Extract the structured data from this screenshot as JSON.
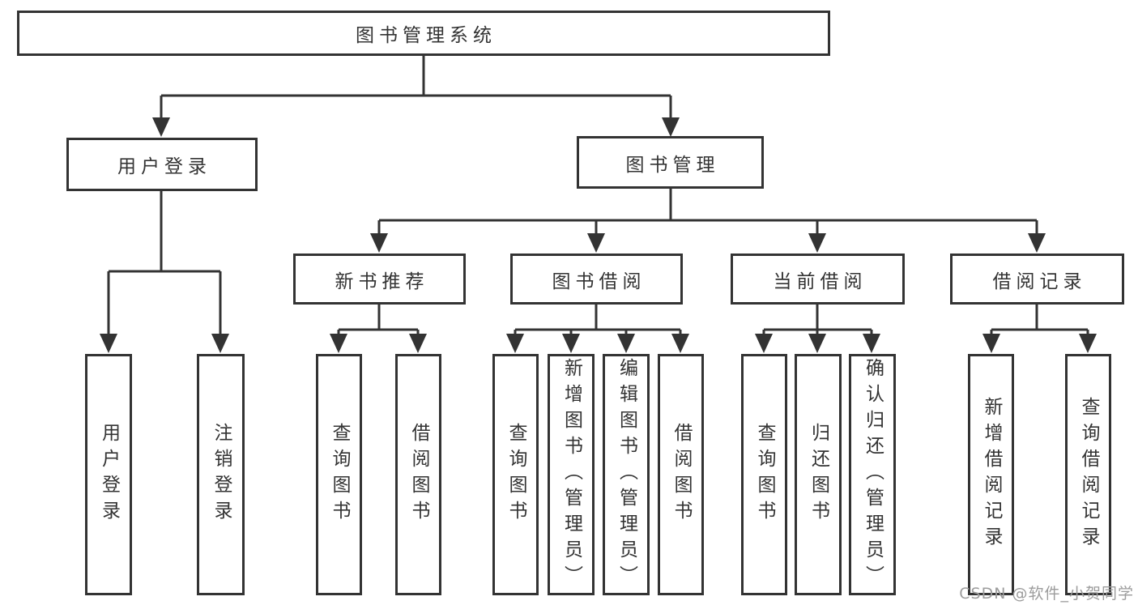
{
  "diagram": {
    "root": {
      "label": "图书管理系统"
    },
    "level1": {
      "user_login": {
        "label": "用户登录"
      },
      "book_mgmt": {
        "label": "图书管理"
      }
    },
    "level2": {
      "new_book_rec": {
        "label": "新书推荐"
      },
      "book_borrow": {
        "label": "图书借阅"
      },
      "current_borrow": {
        "label": "当前借阅"
      },
      "borrow_records": {
        "label": "借阅记录"
      }
    },
    "leaves": {
      "user_login": {
        "label": "用户登录"
      },
      "logout": {
        "label": "注销登录"
      },
      "rec_query_books": {
        "label": "查询图书"
      },
      "rec_borrow_books": {
        "label": "借阅图书"
      },
      "bb_query_books": {
        "label": "查询图书"
      },
      "bb_add_books": {
        "label": "新增图书（管理员）"
      },
      "bb_edit_books": {
        "label": "编辑图书（管理员）"
      },
      "bb_borrow_books": {
        "label": "借阅图书"
      },
      "cb_query_books": {
        "label": "查询图书"
      },
      "cb_return_books": {
        "label": "归还图书"
      },
      "cb_confirm_return": {
        "label": "确认归还（管理员）"
      },
      "br_add_record": {
        "label": "新增借阅记录"
      },
      "br_query_record": {
        "label": "查询借阅记录"
      }
    }
  },
  "watermark": {
    "text": "CSDN @软件_小贺同学"
  },
  "colors": {
    "line": "#333333",
    "text": "#333333",
    "watermark": "#9c9c9c",
    "background": "#ffffff"
  }
}
